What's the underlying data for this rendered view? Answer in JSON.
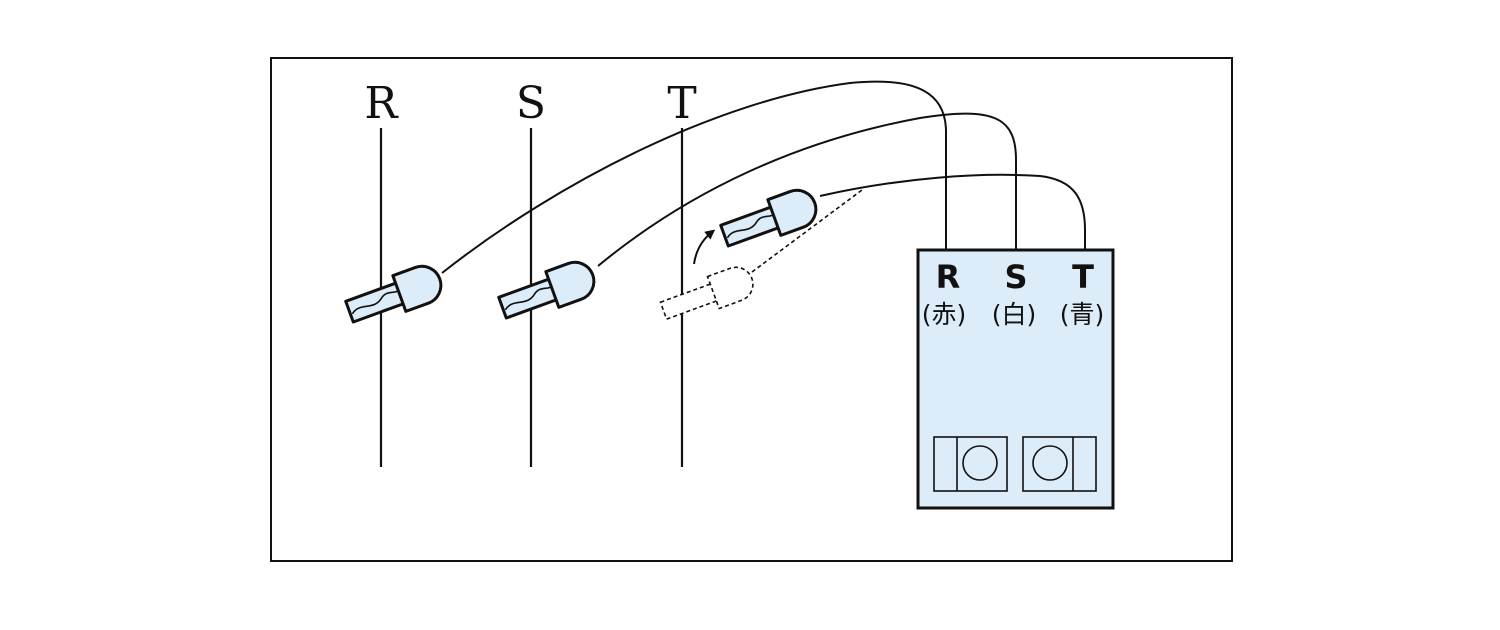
{
  "lines": [
    {
      "id": "r",
      "label": "R"
    },
    {
      "id": "s",
      "label": "S"
    },
    {
      "id": "t",
      "label": "T"
    }
  ],
  "tester": {
    "terminals": [
      {
        "id": "r",
        "label": "R",
        "color": "(赤)"
      },
      {
        "id": "s",
        "label": "S",
        "color": "(白)"
      },
      {
        "id": "t",
        "label": "T",
        "color": "(青)"
      }
    ],
    "body_color": "#dcecf8"
  }
}
